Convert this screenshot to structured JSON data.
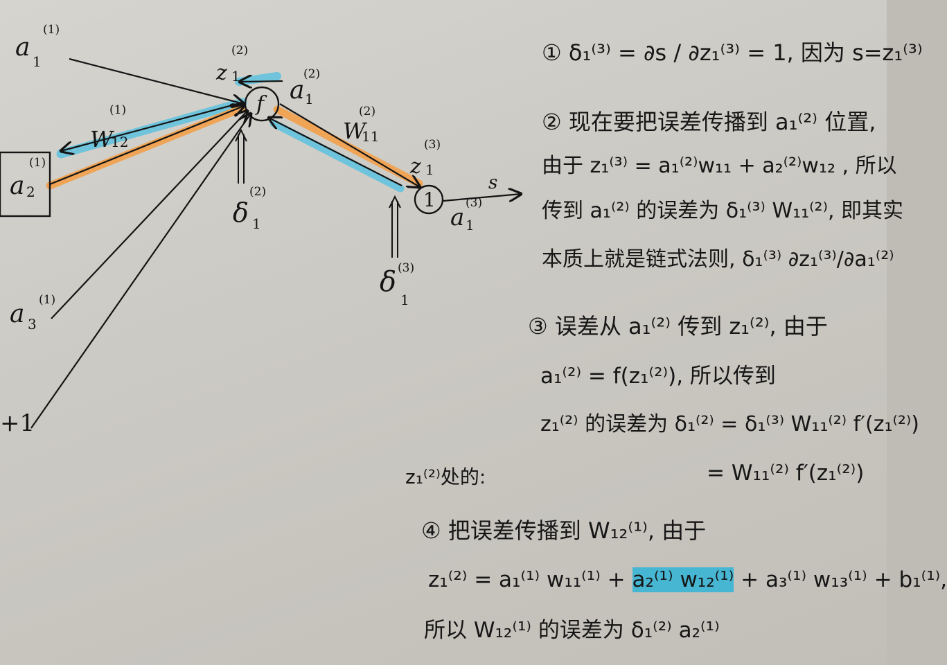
{
  "labels": {
    "a11": "a",
    "a11_sub": "1",
    "a11_sup": "(1)",
    "a21": "a",
    "a21_sub": "2",
    "a21_sup": "(1)",
    "a31": "a",
    "a31_sub": "3",
    "a31_sup": "(1)",
    "bias": "+1",
    "z12": "z",
    "z12_sub": "1",
    "z12_sup": "(2)",
    "f_node": "f",
    "a12": "a",
    "a12_sub": "1",
    "a12_sup": "(2)",
    "w12": "W",
    "w12_sub": "12",
    "w12_sup": "(1)",
    "w11": "W",
    "w11_sub": "11",
    "w11_sup": "(2)",
    "d12": "δ",
    "d12_sub": "1",
    "d12_sup": "(2)",
    "z13": "z",
    "z13_sub": "1",
    "z13_sup": "(3)",
    "one_node": "1",
    "s_out": "s",
    "a13": "a",
    "a13_sub": "1",
    "a13_sup": "(3)",
    "d13": "δ",
    "d13_sub": "1",
    "d13_sup": "(3)"
  },
  "notes": {
    "n1": "① δ₁⁽³⁾ = ∂s / ∂z₁⁽³⁾ = 1, 因为 s=z₁⁽³⁾",
    "n2a": "② 现在要把误差传播到 a₁⁽²⁾ 位置,",
    "n2b": "由于 z₁⁽³⁾ = a₁⁽²⁾w₁₁ + a₂⁽²⁾w₁₂ , 所以",
    "n2c": "传到 a₁⁽²⁾ 的误差为 δ₁⁽³⁾ W₁₁⁽²⁾, 即其实",
    "n2d": "本质上就是链式法则, δ₁⁽³⁾ ∂z₁⁽³⁾/∂a₁⁽²⁾",
    "n3a": "③ 误差从 a₁⁽²⁾ 传到 z₁⁽²⁾, 由于",
    "n3b": "a₁⁽²⁾ = f(z₁⁽²⁾), 所以传到",
    "n3c": "z₁⁽²⁾ 的误差为 δ₁⁽²⁾ = δ₁⁽³⁾ W₁₁⁽²⁾ f′(z₁⁽²⁾)",
    "n3d": "= W₁₁⁽²⁾ f′(z₁⁽²⁾)",
    "n_side": "z₁⁽²⁾处的:",
    "n4a": "④ 把误差传播到 W₁₂⁽¹⁾, 由于",
    "n4b_pre": "z₁⁽²⁾ = a₁⁽¹⁾ w₁₁⁽¹⁾ + ",
    "n4b_hl": "a₂⁽¹⁾ w₁₂⁽¹⁾",
    "n4b_post": " + a₃⁽¹⁾ w₁₃⁽¹⁾ + b₁⁽¹⁾,",
    "n4c": "所以 W₁₂⁽¹⁾ 的误差为 δ₁⁽²⁾ a₂⁽¹⁾"
  },
  "colors": {
    "ink": "#141414",
    "orange_highlight": "#f3a04a",
    "blue_highlight": "#5ec3e0",
    "paper": "#d2d0cb"
  }
}
